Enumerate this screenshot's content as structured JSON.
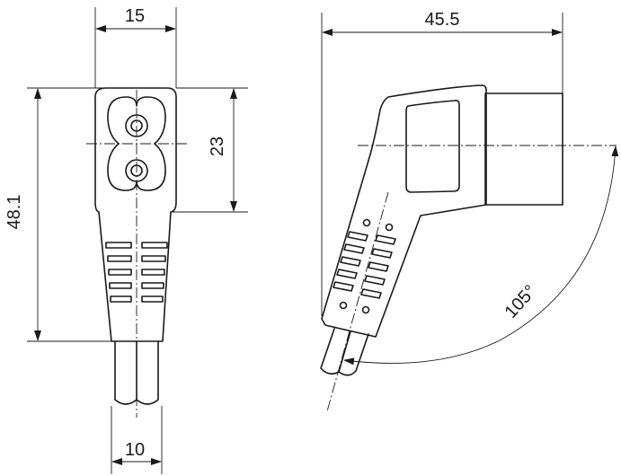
{
  "figure": {
    "type": "technical drawing",
    "views": [
      "front",
      "side"
    ]
  },
  "dimensions": {
    "front_width": "15",
    "front_height": "48.1",
    "front_socket_span": "23",
    "front_cable_width": "10",
    "side_length": "45.5",
    "side_angle": "105°"
  }
}
